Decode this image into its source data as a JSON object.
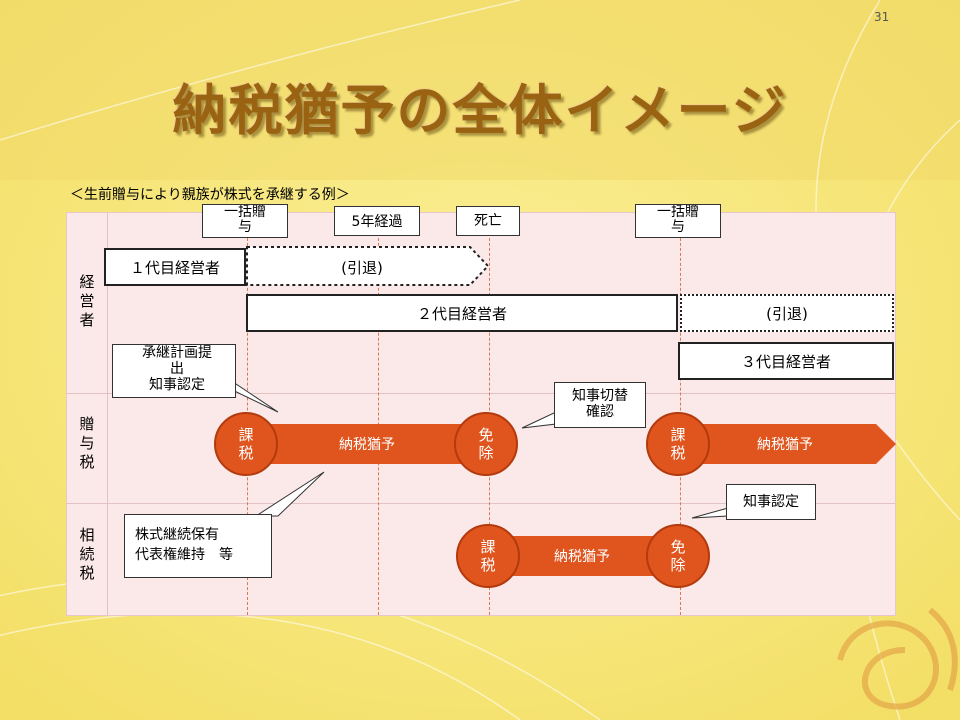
{
  "slide": {
    "page_number": "31",
    "title": "納税猶予の全体イメージ"
  },
  "caption": "＜生前贈与により親族が株式を承継する例＞",
  "row_labels": {
    "management": "経\n営\n者",
    "gift_tax": "贈\n与\n税",
    "inheritance_tax": "相\n続\n税"
  },
  "events": {
    "gift1": "一括贈\n与",
    "five_years": "5年経過",
    "death": "死亡",
    "gift2": "一括贈\n与"
  },
  "managers": {
    "first": "１代目経営者",
    "first_retire": "(引退)",
    "second": "２代目経営者",
    "second_retire": "(引退)",
    "third": "３代目経営者"
  },
  "gift_tax_row": {
    "tax1": "課\n税",
    "deferral1": "納税猶予",
    "exempt1": "免\n除",
    "tax2": "課\n税",
    "deferral2": "納税猶予"
  },
  "inheritance_row": {
    "tax": "課\n税",
    "deferral": "納税猶予",
    "exempt": "免\n除"
  },
  "callouts": {
    "plan": "承継計画提\n出\n知事認定",
    "switch": "知事切替\n確認",
    "certify": "知事認定",
    "requirements": "株式継続保有\n代表権維持　等"
  },
  "colors": {
    "accent": "#e0541e",
    "title": "#9a6312",
    "background": "#f7e87a",
    "panel": "#fbe8e8"
  }
}
